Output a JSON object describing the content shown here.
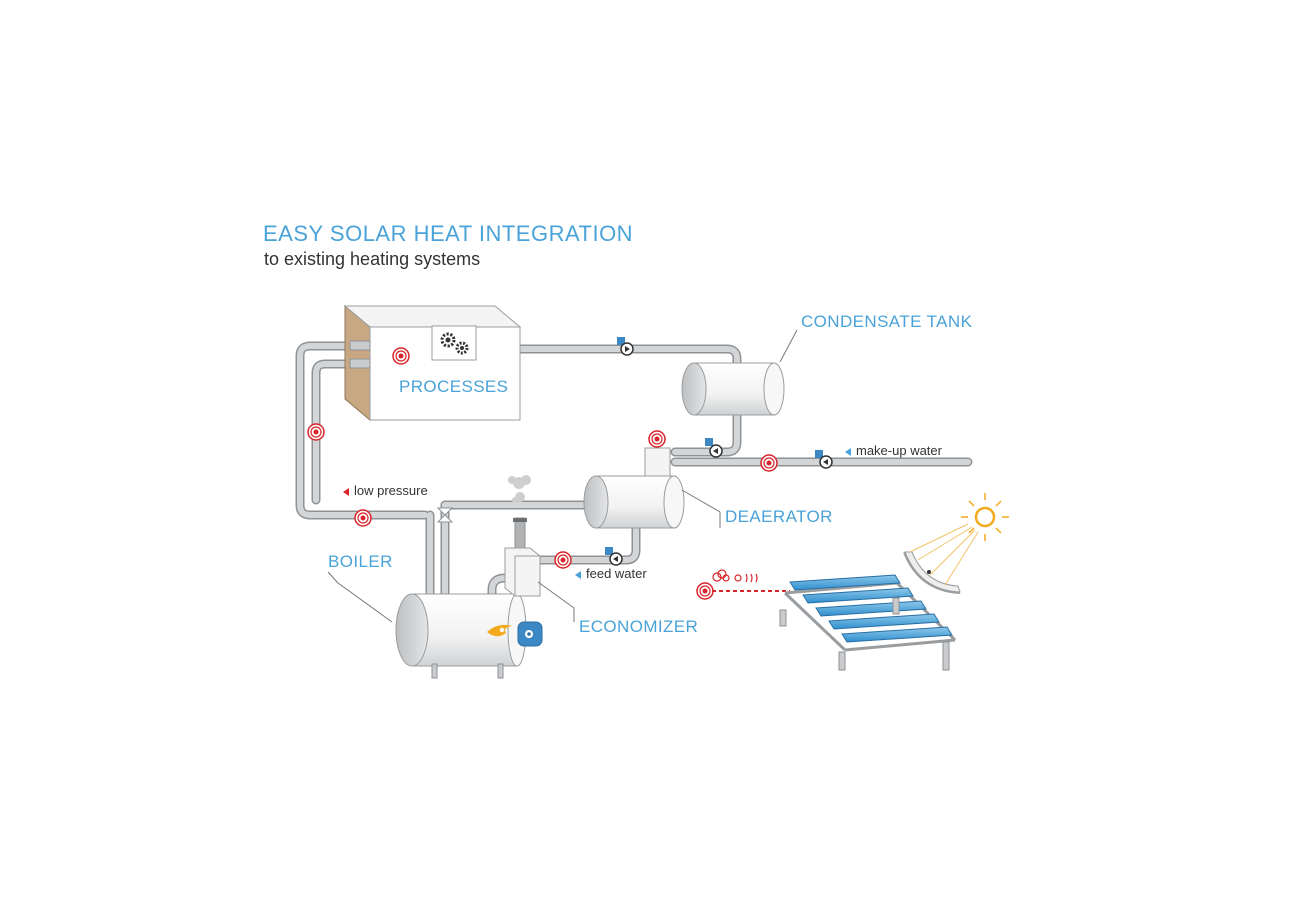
{
  "title": "EASY SOLAR HEAT INTEGRATION",
  "subtitle": "to existing heating systems",
  "components": {
    "processes": "PROCESSES",
    "condensate_tank": "CONDENSATE TANK",
    "deaerator": "DEAERATOR",
    "boiler": "BOILER",
    "economizer": "ECONOMIZER"
  },
  "flows": {
    "low_pressure": "low pressure",
    "make_up_water": "make-up water",
    "feed_water": "feed water"
  },
  "colors": {
    "accent_blue": "#4aa3d8",
    "integration_red": "#d9242a",
    "pipe_gray": "#b9bcbf",
    "wall_brown": "#c8a883",
    "sun_orange": "#f2a91d"
  },
  "icons": [
    "gears-icon",
    "pump-icon",
    "integration-point-icon",
    "flame-icon",
    "burner-icon",
    "sun-icon",
    "valve-icon",
    "steam-icon"
  ]
}
